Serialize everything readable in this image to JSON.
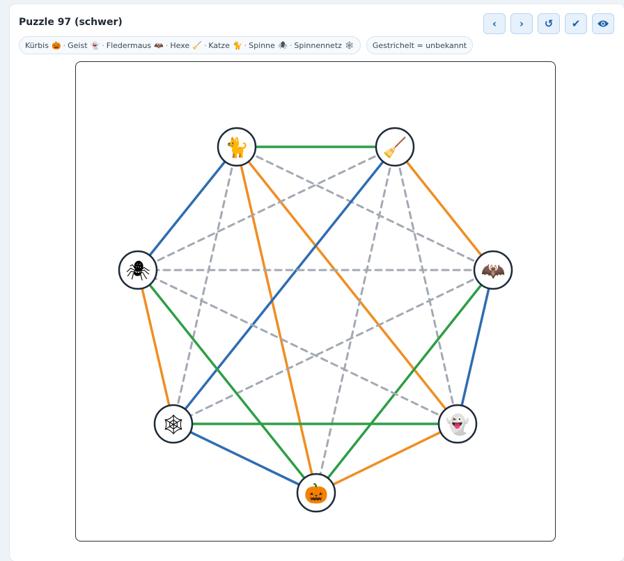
{
  "header": {
    "title": "Puzzle 97 (schwer)"
  },
  "toolbar": {
    "prev_label": "‹",
    "next_label": "›",
    "reset_label": "↺",
    "check_label": "✔",
    "reveal_icon": "eye-icon"
  },
  "legend": {
    "items": [
      {
        "name": "Kürbis",
        "emoji": "🎃"
      },
      {
        "name": "Geist",
        "emoji": "👻"
      },
      {
        "name": "Fledermaus",
        "emoji": "🦇"
      },
      {
        "name": "Hexe",
        "emoji": "🧹"
      },
      {
        "name": "Katze",
        "emoji": "🐈"
      },
      {
        "name": "Spinne",
        "emoji": "🕷"
      },
      {
        "name": "Spinnennetz",
        "emoji": "🕸"
      }
    ],
    "note": "Gestrichelt = unbekannt"
  },
  "colors": {
    "green": "#2e9e47",
    "blue": "#2f6db0",
    "orange": "#ef8e23",
    "unknown": "#a3a9b3",
    "node_border": "#1d2a3a"
  },
  "puzzle": {
    "nodes": [
      {
        "id": "katze",
        "emoji": "🐈"
      },
      {
        "id": "hexe",
        "emoji": "🧹"
      },
      {
        "id": "fledermaus",
        "emoji": "🦇"
      },
      {
        "id": "geist",
        "emoji": "👻"
      },
      {
        "id": "kuerbis",
        "emoji": "🎃"
      },
      {
        "id": "spinnennetz",
        "emoji": "🕸"
      },
      {
        "id": "spinne",
        "emoji": "🕷"
      }
    ],
    "edges": [
      {
        "a": "katze",
        "b": "hexe",
        "state": "green"
      },
      {
        "a": "katze",
        "b": "spinne",
        "state": "blue"
      },
      {
        "a": "katze",
        "b": "kuerbis",
        "state": "orange"
      },
      {
        "a": "katze",
        "b": "geist",
        "state": "orange"
      },
      {
        "a": "katze",
        "b": "fledermaus",
        "state": "unknown"
      },
      {
        "a": "katze",
        "b": "spinnennetz",
        "state": "unknown"
      },
      {
        "a": "hexe",
        "b": "fledermaus",
        "state": "orange"
      },
      {
        "a": "hexe",
        "b": "spinnennetz",
        "state": "blue"
      },
      {
        "a": "hexe",
        "b": "spinne",
        "state": "unknown"
      },
      {
        "a": "hexe",
        "b": "kuerbis",
        "state": "unknown"
      },
      {
        "a": "hexe",
        "b": "geist",
        "state": "unknown"
      },
      {
        "a": "fledermaus",
        "b": "geist",
        "state": "blue"
      },
      {
        "a": "fledermaus",
        "b": "kuerbis",
        "state": "green"
      },
      {
        "a": "fledermaus",
        "b": "spinne",
        "state": "unknown"
      },
      {
        "a": "fledermaus",
        "b": "spinnennetz",
        "state": "unknown"
      },
      {
        "a": "geist",
        "b": "spinnennetz",
        "state": "green"
      },
      {
        "a": "geist",
        "b": "kuerbis",
        "state": "orange"
      },
      {
        "a": "geist",
        "b": "spinne",
        "state": "unknown"
      },
      {
        "a": "kuerbis",
        "b": "spinnennetz",
        "state": "blue"
      },
      {
        "a": "kuerbis",
        "b": "spinne",
        "state": "green"
      },
      {
        "a": "spinnennetz",
        "b": "spinne",
        "state": "orange"
      }
    ]
  }
}
